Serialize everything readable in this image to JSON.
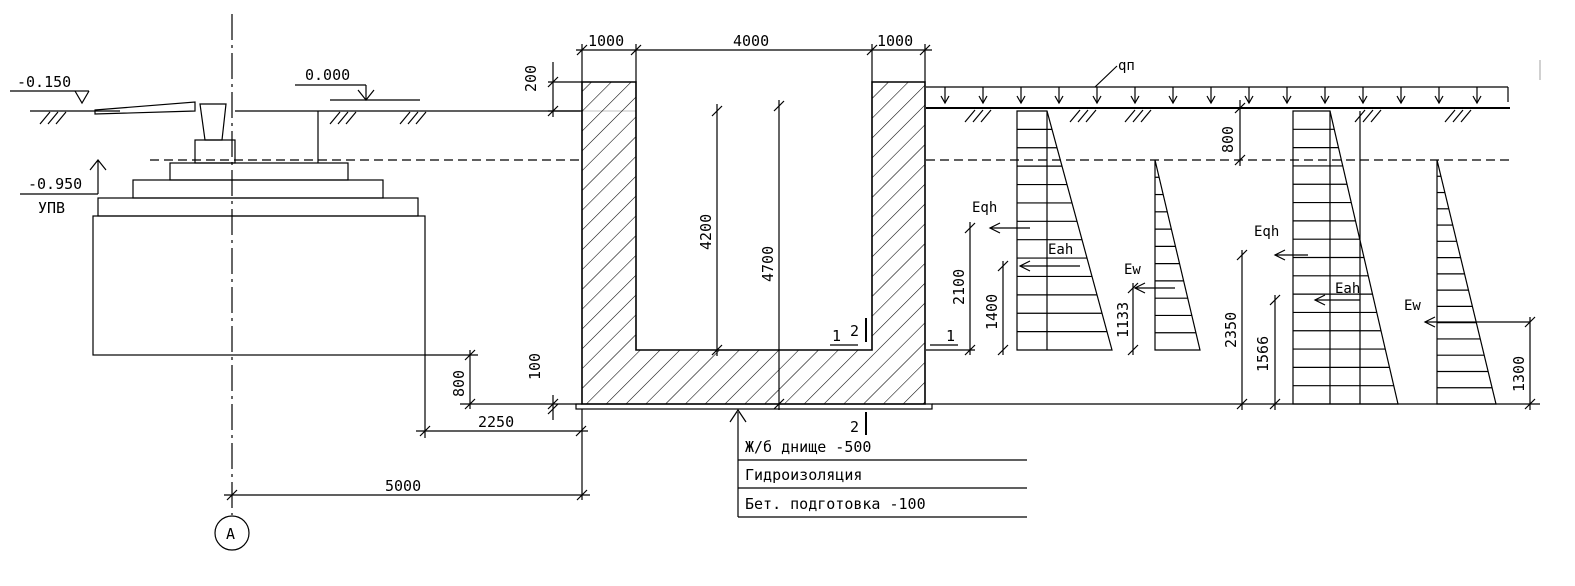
{
  "levels": {
    "ground_left": "-0.150",
    "zero": "0.000",
    "groundwater": "-0.950",
    "groundwater_label": "УПВ"
  },
  "dimensions": {
    "wall_left": "1000",
    "inner_width": "4000",
    "wall_right": "1000",
    "top_offset": "200",
    "inner_height": "4200",
    "total_height": "4700",
    "water_depth": "800",
    "footing_gap": "800",
    "slab_gap": "100",
    "clear_distance": "2250",
    "axis_distance": "5000",
    "eqh_height_1": "2100",
    "eah_height_1": "1400",
    "ew_height_1": "1133",
    "eqh_height_2": "2350",
    "eah_height_2": "1566",
    "ew_height_2": "1300"
  },
  "loads": {
    "surcharge": "qп",
    "eqh": "Eqh",
    "eah": "Eah",
    "ew": "Ew"
  },
  "sections": {
    "mark_1": "1",
    "mark_2": "2"
  },
  "axis_label": "А",
  "layers": [
    "Ж/б днище -500",
    "Гидроизоляция",
    "Бет. подготовка -100"
  ]
}
